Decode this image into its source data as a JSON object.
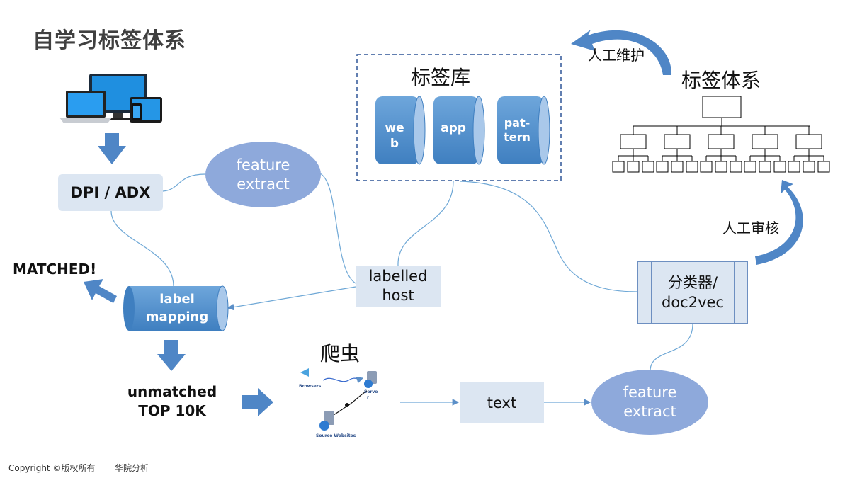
{
  "title": "自学习标签体系",
  "nodes": {
    "dpi_adx": "DPI / ADX",
    "feature_extract_top": [
      "feature",
      "extract"
    ],
    "feature_extract_bottom": [
      "feature",
      "extract"
    ],
    "label_mapping": [
      "label",
      "mapping"
    ],
    "matched": "MATCHED!",
    "unmatched": [
      "unmatched",
      "TOP 10K"
    ],
    "labelled_host": [
      "labelled",
      "host"
    ],
    "text": "text",
    "classifier": [
      "分类器/",
      "doc2vec"
    ],
    "crawler": "爬虫",
    "tag_library": "标签库",
    "tag_system": "标签体系",
    "manual_maintenance": "人工维护",
    "manual_review": "人工审核"
  },
  "cylinders": [
    {
      "label": [
        "we",
        "b"
      ]
    },
    {
      "label": [
        "app"
      ]
    },
    {
      "label": [
        "pat-",
        "tern"
      ]
    }
  ],
  "crawler_icons": {
    "browsers": "Browsers",
    "server": "Serve",
    "server_tail": "r",
    "source": "Source Websites"
  },
  "footer": {
    "copyright": "Copyright ©版权所有",
    "org": "华院分析"
  },
  "colors": {
    "arrow": "#4f86c6",
    "cylinder": "#5b9bd5",
    "light_box": "#dce6f2",
    "ellipse": "#8ea9db",
    "dashed": "#2f5597",
    "connector": "#6fa8d6"
  }
}
